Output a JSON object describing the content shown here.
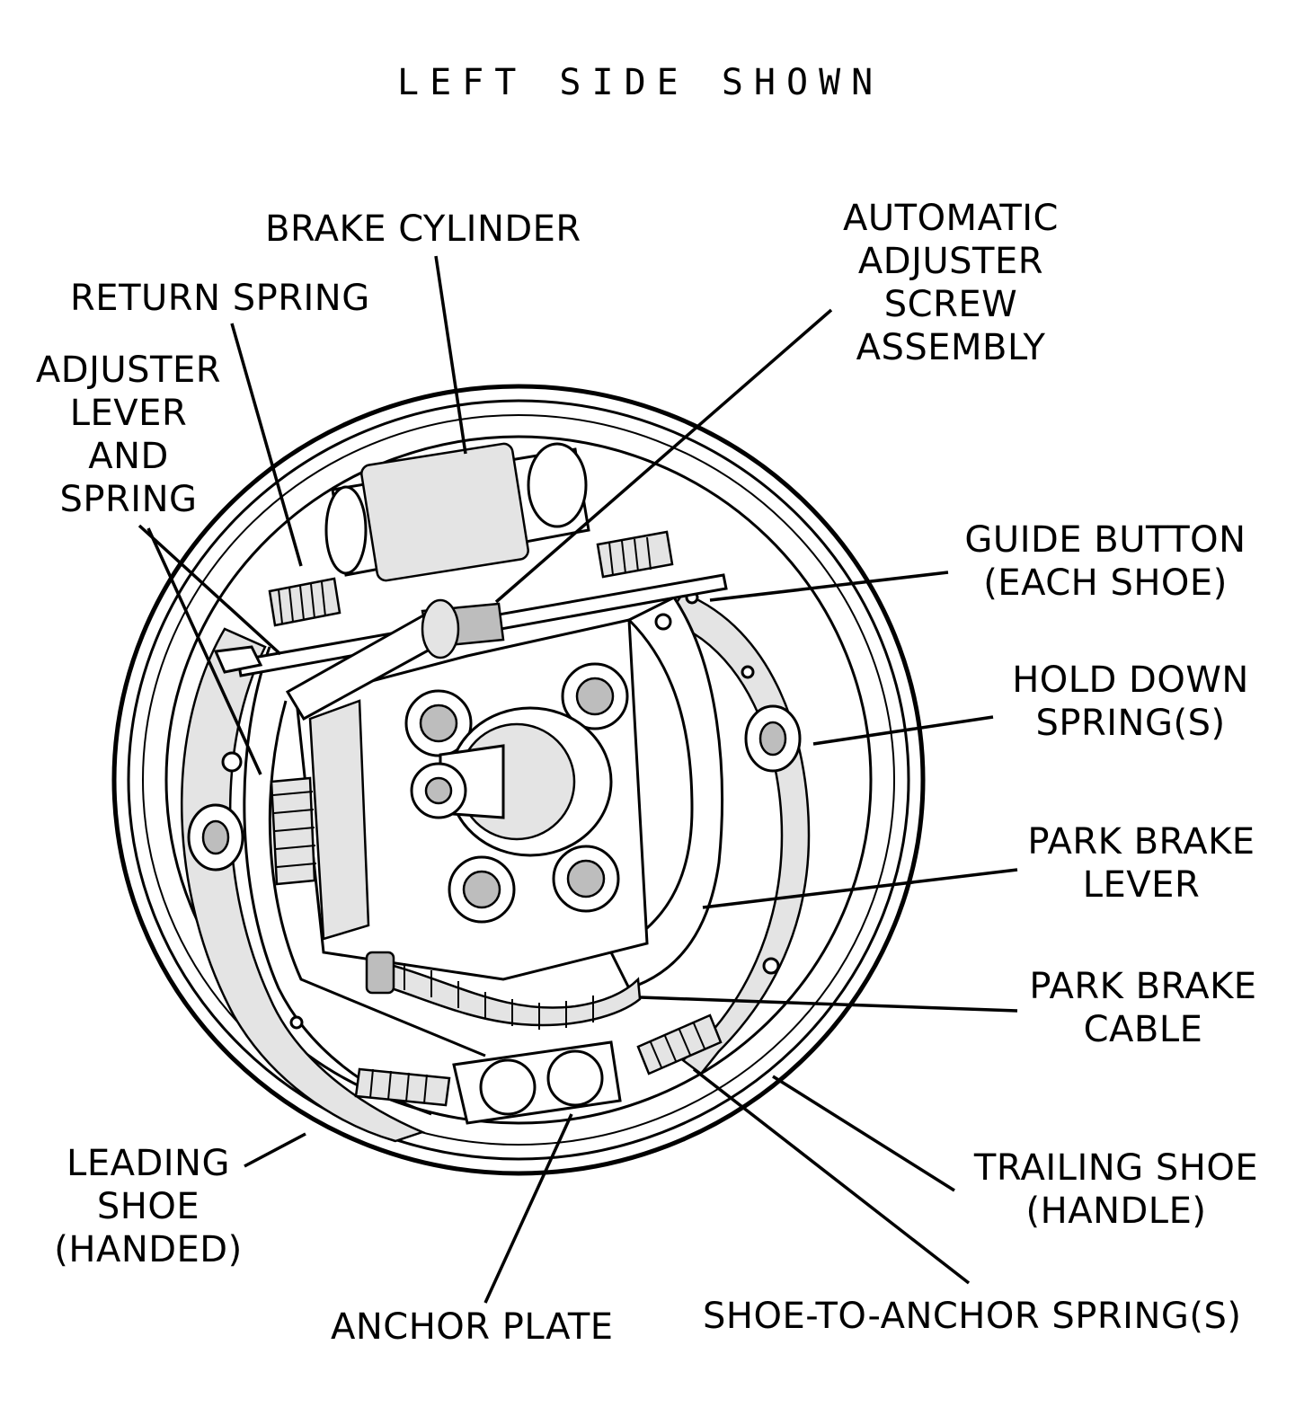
{
  "caption": "LEFT SIDE SHOWN",
  "labels": {
    "brake_cylinder": [
      "BRAKE CYLINDER"
    ],
    "return_spring": [
      "RETURN SPRING"
    ],
    "adjuster_lever": [
      "ADJUSTER",
      "LEVER",
      "AND",
      "SPRING"
    ],
    "automatic_adjuster": [
      "AUTOMATIC",
      "ADJUSTER",
      "SCREW",
      "ASSEMBLY"
    ],
    "guide_button": [
      "GUIDE BUTTON",
      "(EACH SHOE)"
    ],
    "hold_down_spring": [
      "HOLD DOWN",
      "SPRING(S)"
    ],
    "park_brake_lever": [
      "PARK BRAKE",
      "LEVER"
    ],
    "park_brake_cable": [
      "PARK BRAKE",
      "CABLE"
    ],
    "leading_shoe": [
      "LEADING",
      "SHOE",
      "(HANDED)"
    ],
    "trailing_shoe": [
      "TRAILING SHOE",
      "(HANDLE)"
    ],
    "anchor_plate": [
      "ANCHOR PLATE"
    ],
    "shoe_to_anchor": [
      "SHOE-TO-ANCHOR SPRING(S)"
    ]
  },
  "colors": {
    "ink": "#000000",
    "paper": "#ffffff",
    "shade": "#e4e4e4"
  }
}
